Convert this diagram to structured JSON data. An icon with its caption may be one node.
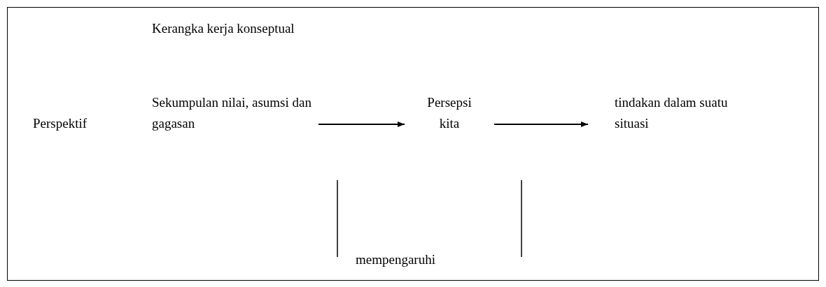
{
  "diagram": {
    "title": "Kerangka kerja konseptual",
    "nodes": [
      {
        "text": [
          "Sekumpulan nilai, asumsi dan gagasan"
        ]
      },
      {
        "text": [
          "Persepsi kita"
        ]
      },
      {
        "text": [
          "tindakan dalam suatu situasi"
        ]
      }
    ],
    "edges": [
      {
        "from": 0,
        "to": 1,
        "arrow": "to"
      },
      {
        "from": 1,
        "to": 2,
        "arrow": "to"
      }
    ],
    "labels": [
      "Perspektif",
      "mempengaruhi"
    ]
  }
}
